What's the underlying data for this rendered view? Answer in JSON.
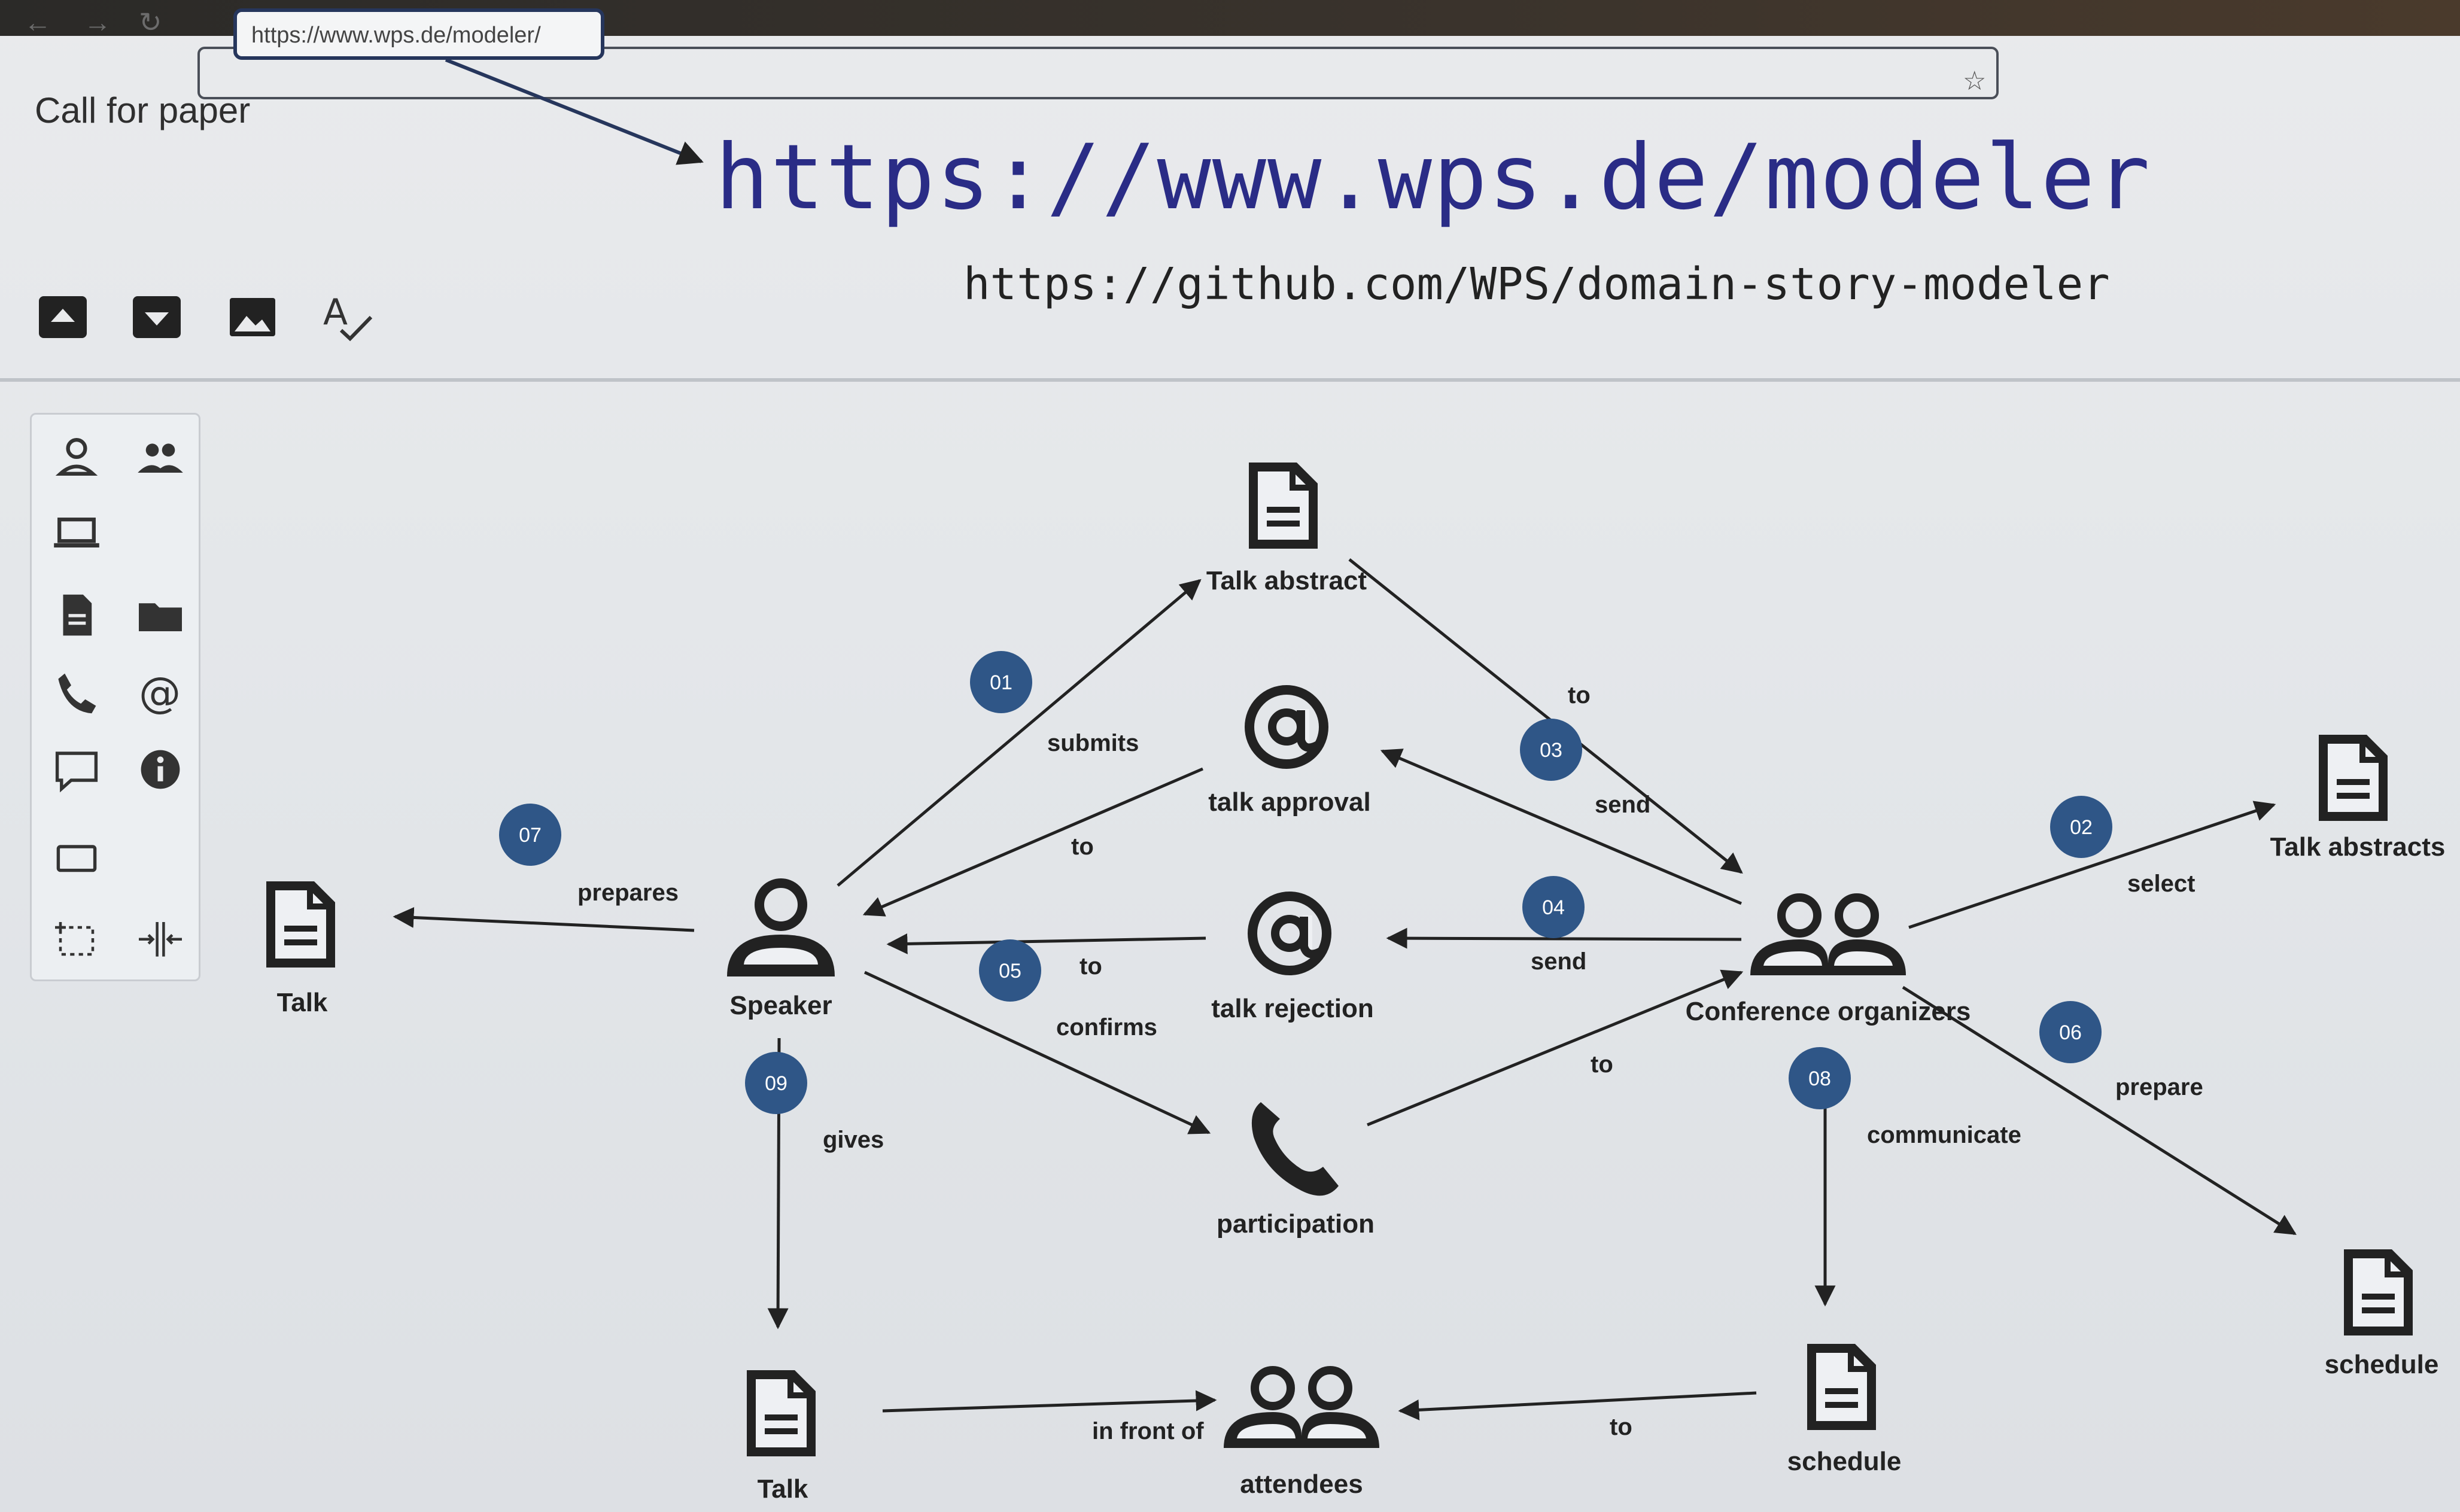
{
  "browser": {
    "nav": {
      "back": "←",
      "forward": "→",
      "reload": "↻"
    },
    "url": "https://www.wps.de/modeler/",
    "bookmark": "☆"
  },
  "page": {
    "title": "Call for paper",
    "big_url": "https://www.wps.de/modeler",
    "github_url": "https://github.com/WPS/domain-story-modeler"
  },
  "toolbar": {
    "icons": [
      "export-icon",
      "import-icon",
      "image-icon",
      "spellcheck-icon"
    ]
  },
  "palette": {
    "icons": [
      "person-icon",
      "group-icon",
      "laptop-icon",
      "document-icon",
      "folder-icon",
      "phone-icon",
      "email-at-icon",
      "comment-icon",
      "info-icon",
      "rectangle-icon",
      "lasso-icon",
      "space-tool-icon"
    ]
  },
  "diagram": {
    "nodes": {
      "talk_abstract": "Talk abstract",
      "talk_approval": "talk approval",
      "talk_rejection": "talk rejection",
      "participation": "participation",
      "speaker": "Speaker",
      "conference_organizers": "Conference organizers",
      "talk_left": "Talk",
      "talk_abstracts": "Talk abstracts",
      "schedule_right": "schedule",
      "talk_bottom": "Talk",
      "attendees": "attendees",
      "schedule_bottom": "schedule"
    },
    "edges": {
      "submits": "submits",
      "to_abstract": "to",
      "send_approval": "send",
      "to_approval": "to",
      "send_rejection": "send",
      "to_rejection": "to",
      "confirms": "confirms",
      "to_participation": "to",
      "prepares": "prepares",
      "select": "select",
      "prepare": "prepare",
      "communicate": "communicate",
      "gives": "gives",
      "in_front_of": "in front of",
      "to_schedule": "to"
    },
    "numbers": [
      "01",
      "02",
      "03",
      "04",
      "05",
      "06",
      "07",
      "08",
      "09"
    ]
  },
  "colors": {
    "badge": "#2f5687",
    "url_blue": "#2a2c86",
    "ink": "#222222"
  }
}
